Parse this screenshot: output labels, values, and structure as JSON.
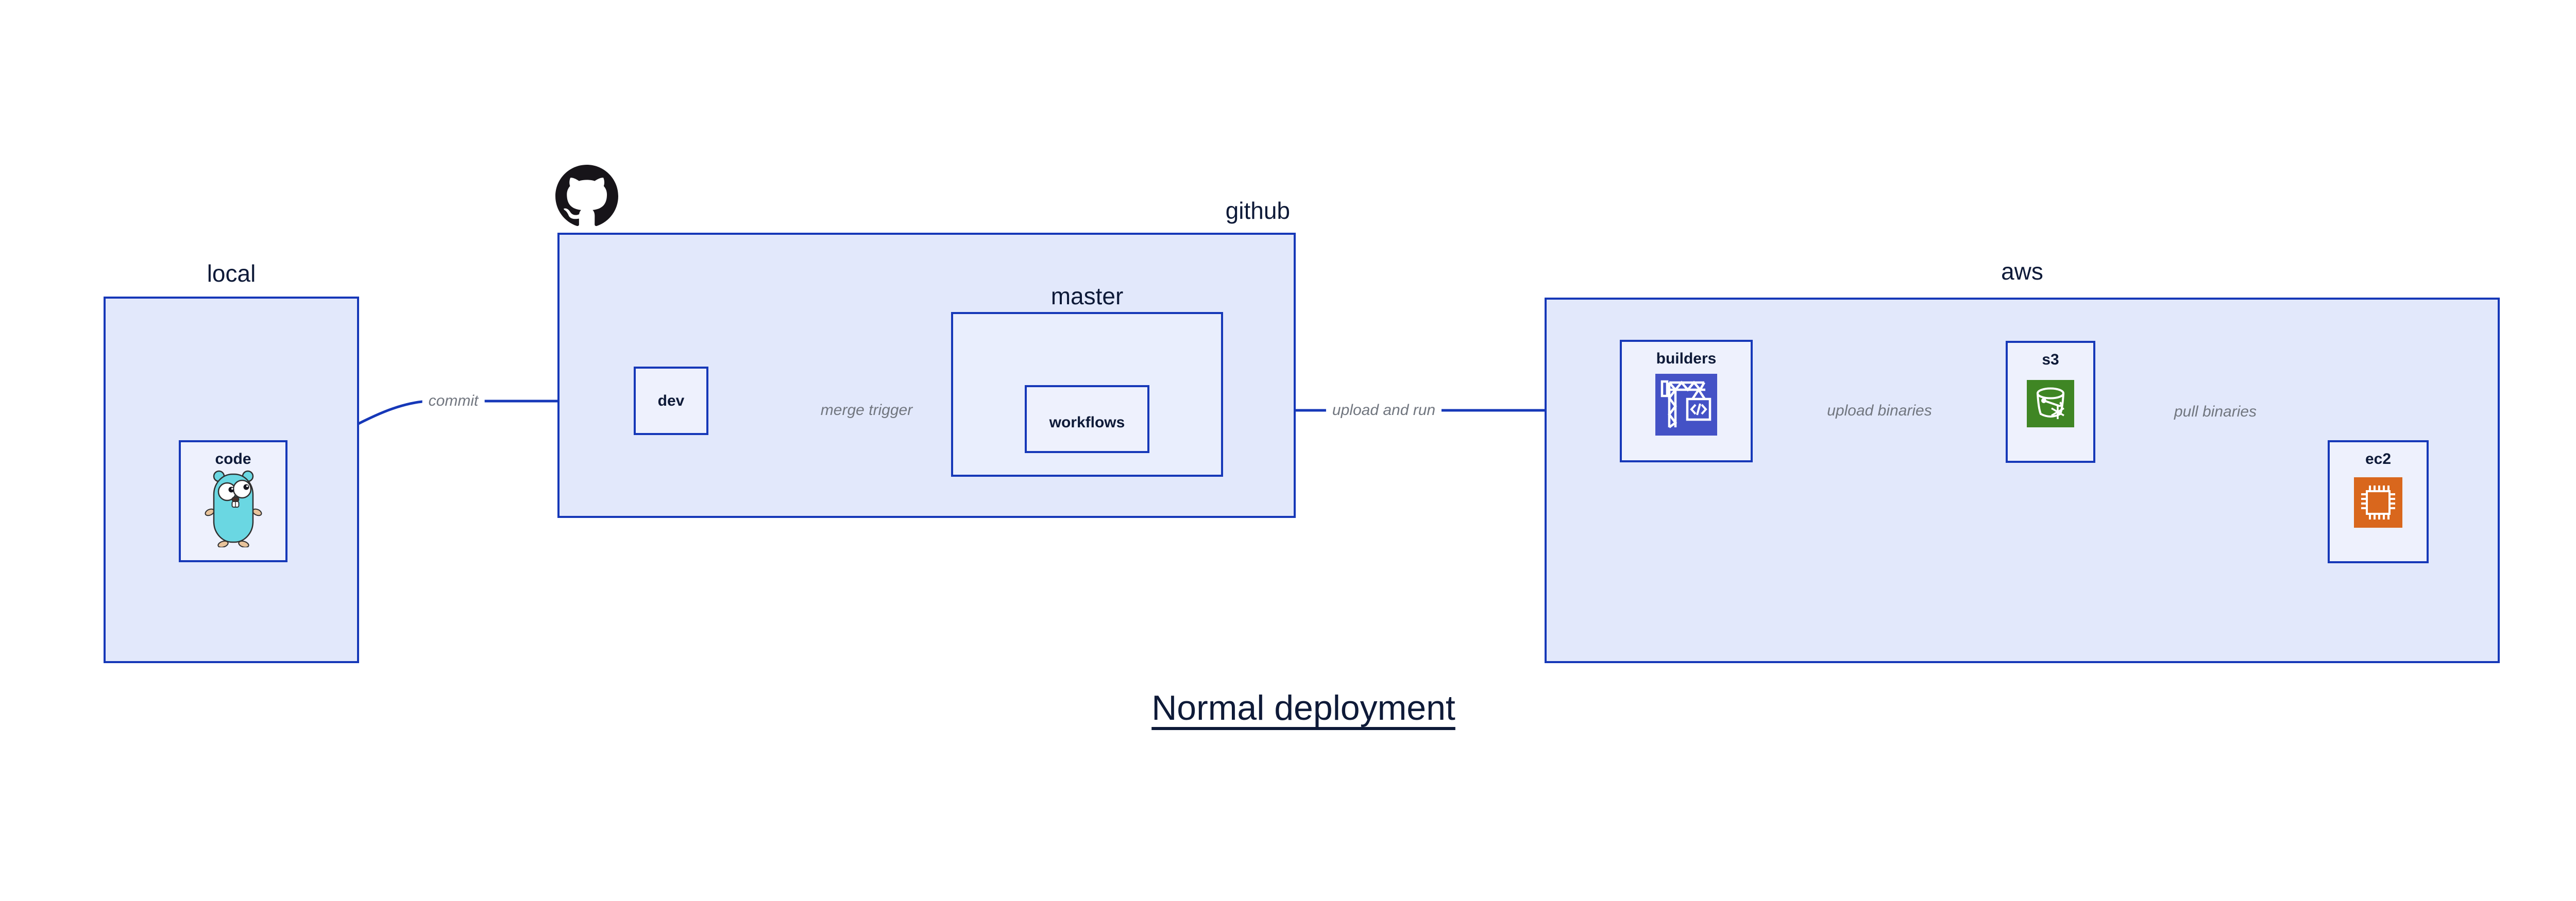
{
  "diagram": {
    "title": "Normal deployment",
    "containers": {
      "local": {
        "label": "local"
      },
      "github": {
        "label": "github"
      },
      "master": {
        "label": "master"
      },
      "aws": {
        "label": "aws"
      }
    },
    "nodes": {
      "code": {
        "label": "code",
        "icon": "go-gopher-icon"
      },
      "dev": {
        "label": "dev"
      },
      "workflows": {
        "label": "workflows"
      },
      "builders": {
        "label": "builders",
        "icon": "aws-codebuild-crane-icon"
      },
      "s3": {
        "label": "s3",
        "icon": "aws-s3-glacier-bucket-icon"
      },
      "ec2": {
        "label": "ec2",
        "icon": "aws-ec2-chip-icon"
      }
    },
    "edges": [
      {
        "from": "local.code",
        "to": "github.dev",
        "label": "commit"
      },
      {
        "from": "github.dev",
        "to": "github.master.workflows",
        "label": "merge trigger"
      },
      {
        "from": "github.master.workflows",
        "to": "aws.builders",
        "label": "upload and run"
      },
      {
        "from": "aws.builders",
        "to": "aws.s3",
        "label": "upload binaries"
      },
      {
        "from": "aws.s3",
        "to": "aws.ec2",
        "label": "pull binaries"
      }
    ],
    "icons": {
      "github_logo": "octocat-icon"
    },
    "colors": {
      "edge_blue": "#1638b8",
      "container_fill": "#e2e8fb",
      "nested_container_fill": "#e9eefd",
      "node_fill": "#eef1fd",
      "label_navy": "#0e1a38",
      "edge_label_gray": "#71767f",
      "builders_icon_bg": "#4452c6",
      "s3_icon_bg": "#3f8624",
      "ec2_icon_bg": "#d9671d",
      "gopher_teal": "#6ad7e2",
      "octocat_black": "#171419"
    }
  }
}
